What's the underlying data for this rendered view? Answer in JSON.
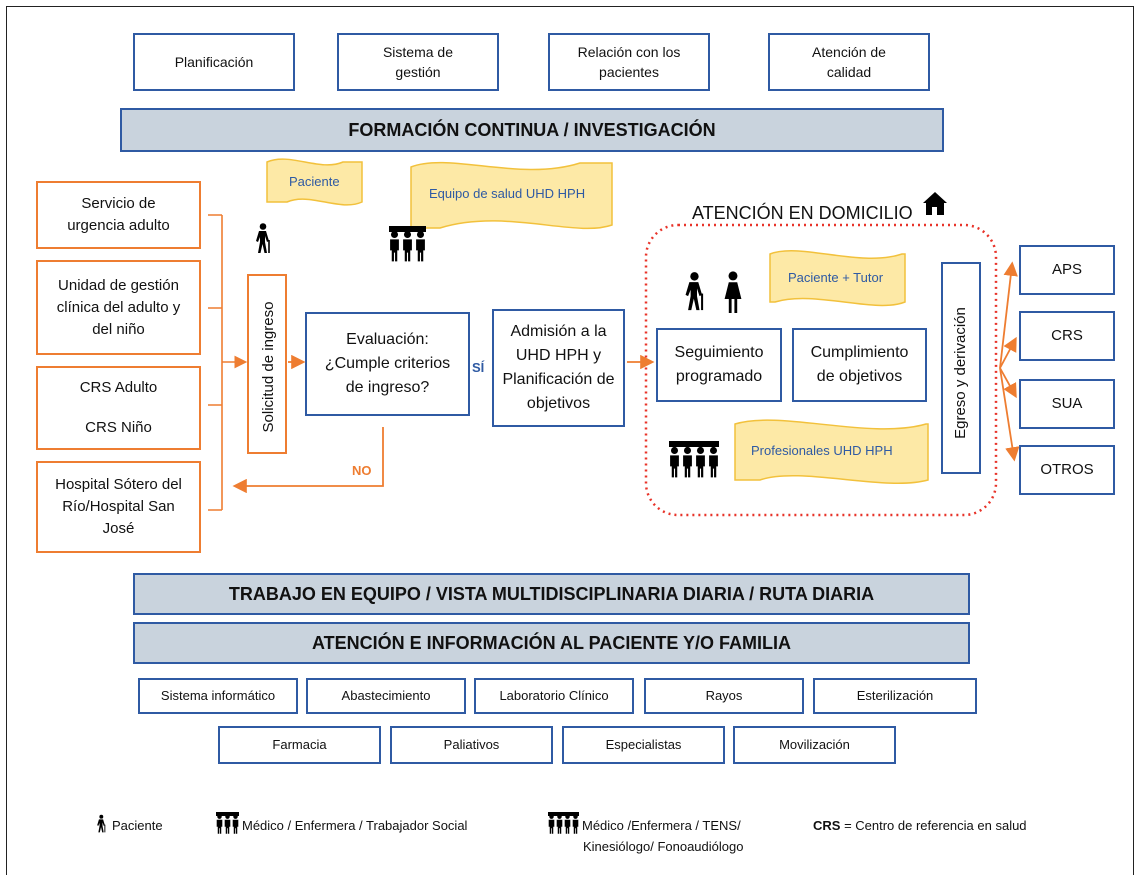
{
  "top_boxes": [
    "Planificación",
    "Sistema de gestión",
    "Relación con los pacientes",
    "Atención de calidad"
  ],
  "formacion_bar": "FORMACIÓN CONTINUA / INVESTIGACIÓN",
  "sources": [
    "Servicio de urgencia adulto",
    "Unidad de gestión clínica del adulto y del niño",
    "CRS Adulto",
    "CRS Niño",
    "Hospital Sótero del Río/Hospital San José"
  ],
  "flags": {
    "paciente": "Paciente",
    "equipo": "Equipo de salud UHD HPH",
    "paciente_tutor": "Paciente + Tutor",
    "profesionales": "Profesionales UHD HPH"
  },
  "solicitud": "Solicitud de ingreso",
  "evaluacion": "Evaluación: ¿Cumple criterios de ingreso?",
  "si_label": "SÍ",
  "no_label": "NO",
  "admision": "Admisión a la UHD HPH y Planificación de objetivos",
  "domicilio_title": "ATENCIÓN EN DOMICILIO",
  "seguimiento": "Seguimiento programado",
  "cumplimiento": "Cumplimiento de objetivos",
  "egreso": "Egreso y derivación",
  "destinations": [
    "APS",
    "CRS",
    "SUA",
    "OTROS"
  ],
  "bars": {
    "trabajo": "TRABAJO EN EQUIPO / VISTA MULTIDISCIPLINARIA DIARIA / RUTA DIARIA",
    "atencion": "ATENCIÓN E INFORMACIÓN AL PACIENTE Y/O FAMILIA"
  },
  "services_row1": [
    "Sistema informático",
    "Abastecimiento",
    "Laboratorio Clínico",
    "Rayos",
    "Esterilización"
  ],
  "services_row2": [
    "Farmacia",
    "Paliativos",
    "Especialistas",
    "Movilización"
  ],
  "legend": {
    "paciente": "Paciente",
    "equipo1": "Médico / Enfermera / Trabajador Social",
    "equipo2_line1": "Médico /Enfermera / TENS/",
    "equipo2_line2": "Kinesiólogo/ Fonoaudiólogo",
    "crs_abbr": "CRS",
    "crs_def": " = Centro de referencia en salud"
  },
  "colors": {
    "blue": "#2f5aa3",
    "orange": "#ee7d31",
    "bar_fill": "#c9d3dd",
    "flag_fill": "#fde9a6",
    "flag_stroke": "#f2c13c",
    "dotted": "#e8342a"
  },
  "icons": [
    "elderly-person-icon",
    "team-of-three-icon",
    "elderly-and-woman-icon",
    "team-of-four-icon",
    "house-icon"
  ]
}
